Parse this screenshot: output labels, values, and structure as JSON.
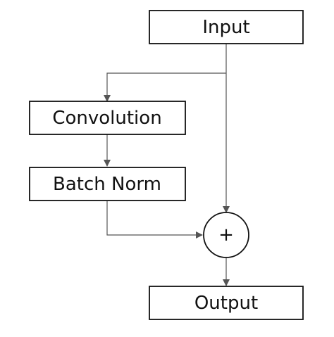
{
  "diagram": {
    "nodes": {
      "input": "Input",
      "convolution": "Convolution",
      "batch_norm": "Batch Norm",
      "add": "+",
      "output": "Output"
    },
    "colors": {
      "box_stroke": "#111111",
      "arrow": "#555555",
      "text": "#111111",
      "background": "#ffffff"
    }
  }
}
